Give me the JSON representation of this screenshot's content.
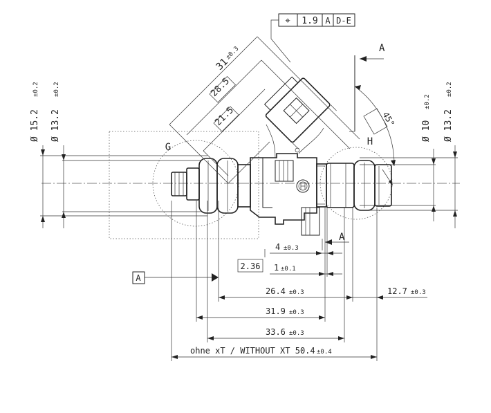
{
  "frame": {
    "symbol": "⌖",
    "value": "1.9",
    "datum1": "A",
    "datum2": "D-E"
  },
  "datums": {
    "a_top": "A",
    "a_mid": "A",
    "a_left": "A"
  },
  "details": {
    "g": "G",
    "h": "H"
  },
  "dims": {
    "d31": {
      "main": "31",
      "tol": "±0.3"
    },
    "d28_5": {
      "main": "28.5"
    },
    "d21_5": {
      "main": "21.5"
    },
    "angle": {
      "main": "45°"
    },
    "dia_15_2": {
      "main": "Ø 15.2",
      "tol": "±0.2"
    },
    "dia_13_2_left": {
      "main": "Ø 13.2",
      "tol": "±0.2"
    },
    "dia_10": {
      "main": "Ø 10",
      "tol": "±0.2"
    },
    "dia_13_2_right": {
      "main": "Ø 13.2",
      "tol": "±0.2"
    },
    "d4": {
      "main": "4",
      "tol": "±0.3"
    },
    "d2_36": {
      "main": "2.36"
    },
    "d1": {
      "main": "1",
      "tol": "±0.1"
    },
    "d26_4": {
      "main": "26.4",
      "tol": "±0.3"
    },
    "d12_7": {
      "main": "12.7",
      "tol": "±0.3"
    },
    "d31_9": {
      "main": "31.9",
      "tol": "±0.3"
    },
    "d33_6": {
      "main": "33.6",
      "tol": "±0.3"
    },
    "d50_4": {
      "main": "ohne xT / WITHOUT XT 50.4",
      "tol": "±0.4"
    }
  },
  "logo": "Bosch armature logo"
}
